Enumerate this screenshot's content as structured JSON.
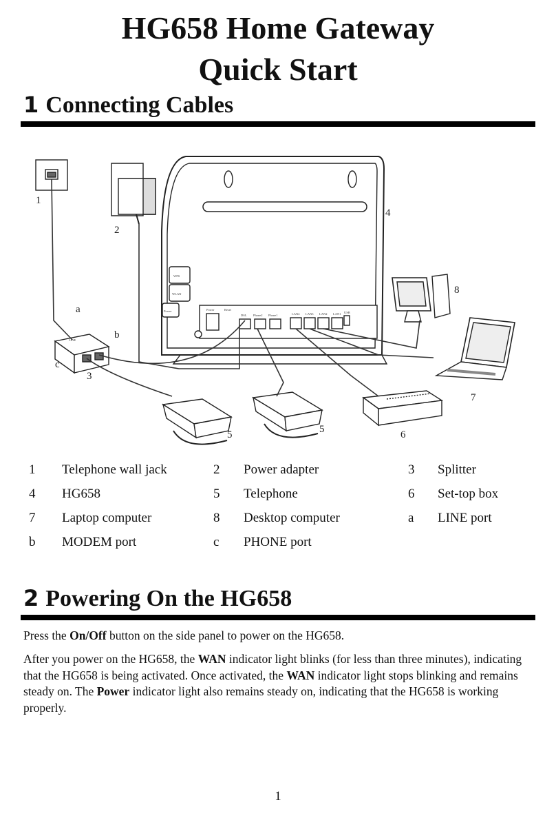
{
  "title_line1": "HG658 Home Gateway",
  "title_line2": "Quick Start",
  "section1": {
    "number": "1",
    "title": "Connecting Cables"
  },
  "diagram": {
    "callouts": [
      "1",
      "2",
      "3",
      "4",
      "5",
      "5",
      "6",
      "7",
      "8",
      "a",
      "b",
      "c"
    ],
    "port_labels": [
      "Power",
      "Reset",
      "DSL",
      "Phone2",
      "Phone1",
      "LAN4",
      "LAN3",
      "LAN2",
      "LAN1",
      "USB",
      "WPS",
      "WLAN",
      "Power",
      "LINE"
    ]
  },
  "legend": [
    {
      "num": "1",
      "label": "Telephone wall jack"
    },
    {
      "num": "2",
      "label": "Power adapter"
    },
    {
      "num": "3",
      "label": "Splitter"
    },
    {
      "num": "4",
      "label": "HG658"
    },
    {
      "num": "5",
      "label": "Telephone"
    },
    {
      "num": "6",
      "label": "Set-top box"
    },
    {
      "num": "7",
      "label": "Laptop computer"
    },
    {
      "num": "8",
      "label": "Desktop computer"
    },
    {
      "num": "a",
      "label": "LINE port"
    },
    {
      "num": "b",
      "label": "MODEM port"
    },
    {
      "num": "c",
      "label": "PHONE port"
    }
  ],
  "section2": {
    "number": "2",
    "title": "Powering On the HG658",
    "p1": {
      "a": "Press the ",
      "b": "On/Off",
      "c": " button on the side panel to power on the HG658."
    },
    "p2": {
      "a": "After you power on the HG658, the ",
      "b": "WAN",
      "c": " indicator light blinks (for less than three minutes), indicating that the HG658 is being activated. Once activated, the ",
      "d": "WAN",
      "e": " indicator light stops blinking and remains steady on. The ",
      "f": "Power",
      "g": " indicator light also remains steady on, indicating that the HG658 is working properly."
    }
  },
  "page_number": "1"
}
